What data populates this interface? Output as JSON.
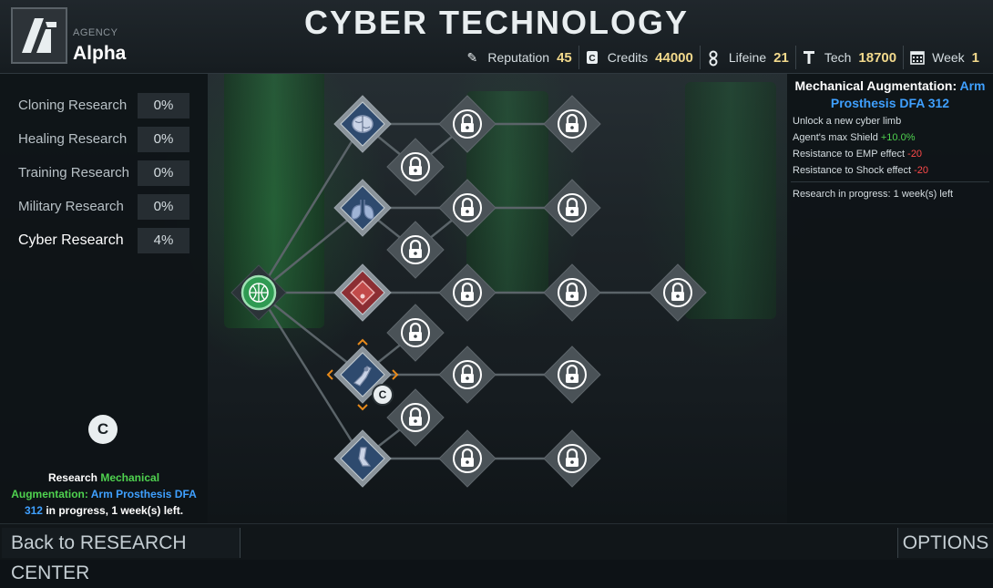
{
  "header": {
    "agency_label": "AGENCY",
    "agency_name": "Alpha",
    "title": "CYBER TECHNOLOGY",
    "stats": [
      {
        "icon": "reputation-icon",
        "label": "Reputation",
        "value": "45"
      },
      {
        "icon": "credits-icon",
        "label": "Credits",
        "value": "44000"
      },
      {
        "icon": "lifeline-icon",
        "label": "Lifeine",
        "value": "21"
      },
      {
        "icon": "tech-icon",
        "label": "Tech",
        "value": "18700"
      },
      {
        "icon": "calendar-icon",
        "label": "Week",
        "value": "1"
      }
    ]
  },
  "research": {
    "items": [
      {
        "name": "Cloning Research",
        "pct": "0%"
      },
      {
        "name": "Healing Research",
        "pct": "0%"
      },
      {
        "name": "Training Research",
        "pct": "0%"
      },
      {
        "name": "Military Research",
        "pct": "0%"
      },
      {
        "name": "Cyber Research",
        "pct": "4%"
      }
    ],
    "credit_symbol": "C",
    "status": {
      "prefix": "Research ",
      "category": "Mechanical Augmentation:",
      "item": "Arm Prosthesis DFA 312",
      "suffix": " in progress, 1 week(s) left."
    }
  },
  "tree": {
    "nodes": [
      {
        "id": "root",
        "kind": "root",
        "icon": "globe-network-icon"
      },
      {
        "id": "brain",
        "kind": "unlocked",
        "icon": "brain-icon"
      },
      {
        "id": "lungs",
        "kind": "unlocked",
        "icon": "lungs-icon"
      },
      {
        "id": "shield",
        "kind": "unlocked-red",
        "icon": "shield-chip-icon"
      },
      {
        "id": "arm",
        "kind": "selected",
        "icon": "robotic-arm-icon"
      },
      {
        "id": "leg",
        "kind": "unlocked",
        "icon": "robotic-leg-icon"
      },
      {
        "id": "l1",
        "kind": "locked",
        "icon": "lock-icon"
      },
      {
        "id": "l2",
        "kind": "locked",
        "icon": "lock-icon"
      },
      {
        "id": "l3",
        "kind": "locked",
        "icon": "lock-icon"
      },
      {
        "id": "l4",
        "kind": "locked",
        "icon": "lock-icon"
      },
      {
        "id": "l5",
        "kind": "locked",
        "icon": "lock-icon"
      },
      {
        "id": "l6",
        "kind": "locked",
        "icon": "lock-icon"
      },
      {
        "id": "l7",
        "kind": "locked",
        "icon": "lock-icon"
      },
      {
        "id": "l8",
        "kind": "locked",
        "icon": "lock-icon"
      },
      {
        "id": "l9",
        "kind": "locked",
        "icon": "lock-icon"
      },
      {
        "id": "l10",
        "kind": "locked",
        "icon": "lock-icon"
      },
      {
        "id": "l11",
        "kind": "locked",
        "icon": "lock-icon"
      },
      {
        "id": "l12",
        "kind": "locked",
        "icon": "lock-icon"
      },
      {
        "id": "l13",
        "kind": "locked",
        "icon": "lock-icon"
      },
      {
        "id": "l14",
        "kind": "locked",
        "icon": "lock-icon"
      },
      {
        "id": "l15",
        "kind": "locked",
        "icon": "lock-icon"
      }
    ],
    "edges": [
      [
        "root",
        "brain"
      ],
      [
        "root",
        "lungs"
      ],
      [
        "root",
        "shield"
      ],
      [
        "root",
        "arm"
      ],
      [
        "root",
        "leg"
      ],
      [
        "brain",
        "l1"
      ],
      [
        "l1",
        "l2"
      ],
      [
        "brain",
        "l3"
      ],
      [
        "lungs",
        "l4"
      ],
      [
        "l4",
        "l5"
      ],
      [
        "lungs",
        "l6"
      ],
      [
        "shield",
        "l7"
      ],
      [
        "l7",
        "l8"
      ],
      [
        "l8",
        "l9"
      ],
      [
        "arm",
        "l10"
      ],
      [
        "arm",
        "l11"
      ],
      [
        "l11",
        "l12"
      ],
      [
        "leg",
        "l13"
      ],
      [
        "leg",
        "l14"
      ],
      [
        "l14",
        "l15"
      ]
    ],
    "progress_badge": "C"
  },
  "detail": {
    "title_prefix": "Mechanical Augmentation: ",
    "title_item": "Arm Prosthesis DFA 312",
    "lines": [
      {
        "text": "Unlock a new cyber limb",
        "value": ""
      },
      {
        "text": "Agent's max Shield ",
        "value": "+10.0%",
        "tone": "pos"
      },
      {
        "text": "Resistance to EMP effect ",
        "value": "-20",
        "tone": "neg"
      },
      {
        "text": "Resistance to Shock effect ",
        "value": "-20",
        "tone": "neg"
      }
    ],
    "progress": "Research in progress: 1 week(s) left"
  },
  "footer": {
    "back_label": "Back to RESEARCH CENTER",
    "options_label": "OPTIONS"
  },
  "colors": {
    "accent_green": "#4fd24f",
    "accent_blue": "#3fa0ff",
    "negative_red": "#ff4a4a",
    "stat_value": "#f2d98c",
    "selection_orange": "#e88a1a"
  }
}
